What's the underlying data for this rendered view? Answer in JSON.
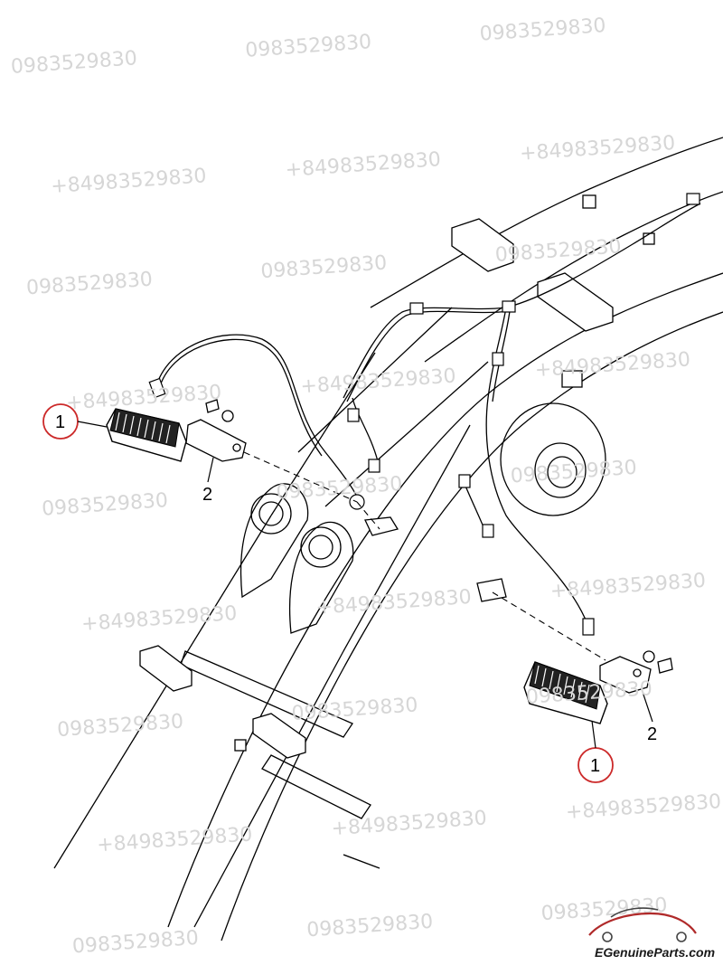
{
  "watermarks": {
    "phone": "0983529830",
    "intl": "+84983529830"
  },
  "callouts": [
    {
      "label": "1",
      "circled": true,
      "part": "work lamp"
    },
    {
      "label": "2",
      "circled": false,
      "part": "mounting bracket"
    },
    {
      "label": "1",
      "circled": true,
      "part": "work lamp"
    },
    {
      "label": "2",
      "circled": false,
      "part": "mounting bracket"
    }
  ],
  "logo": {
    "text": "EGenuineParts.com",
    "icon": "car-silhouette-icon"
  },
  "colors": {
    "line": "#000000",
    "callout_circle": "#cc2a2a",
    "watermark": "#d6d6d6"
  }
}
